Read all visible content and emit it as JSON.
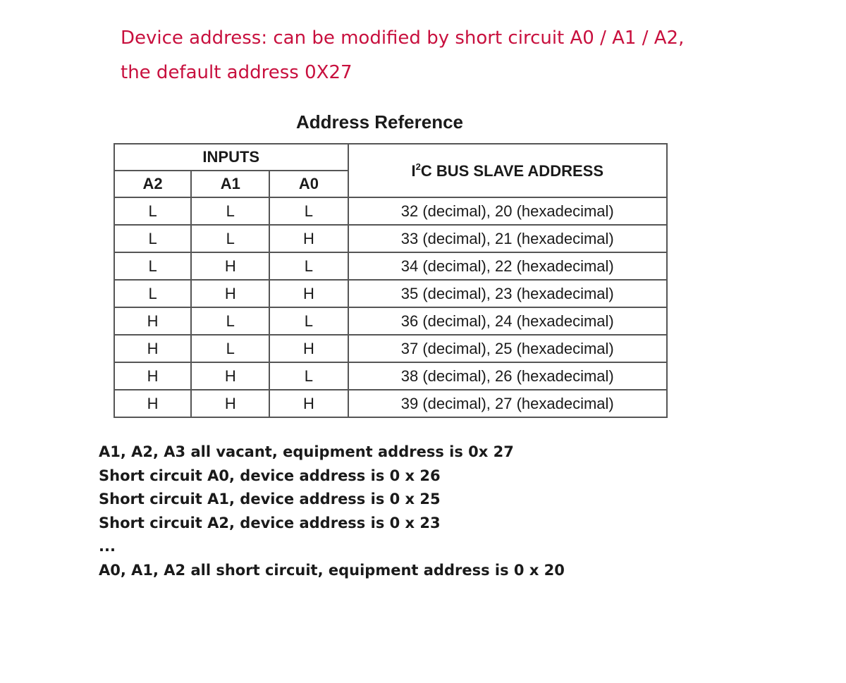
{
  "intro": {
    "line1": "Device address: can be modified by short circuit A0 / A1 / A2,",
    "line2": "the default address 0X27"
  },
  "table": {
    "title": "Address Reference",
    "inputs_header": "INPUTS",
    "address_header_prefix": "I",
    "address_header_sup": "2",
    "address_header_rest": "C BUS SLAVE ADDRESS",
    "columns": [
      "A2",
      "A1",
      "A0"
    ],
    "rows": [
      {
        "a2": "L",
        "a1": "L",
        "a0": "L",
        "address": "32 (decimal), 20 (hexadecimal)"
      },
      {
        "a2": "L",
        "a1": "L",
        "a0": "H",
        "address": "33 (decimal), 21 (hexadecimal)"
      },
      {
        "a2": "L",
        "a1": "H",
        "a0": "L",
        "address": "34 (decimal), 22 (hexadecimal)"
      },
      {
        "a2": "L",
        "a1": "H",
        "a0": "H",
        "address": "35 (decimal), 23 (hexadecimal)"
      },
      {
        "a2": "H",
        "a1": "L",
        "a0": "L",
        "address": "36 (decimal), 24 (hexadecimal)"
      },
      {
        "a2": "H",
        "a1": "L",
        "a0": "H",
        "address": "37 (decimal), 25 (hexadecimal)"
      },
      {
        "a2": "H",
        "a1": "H",
        "a0": "L",
        "address": "38 (decimal), 26 (hexadecimal)"
      },
      {
        "a2": "H",
        "a1": "H",
        "a0": "H",
        "address": "39 (decimal), 27 (hexadecimal)"
      }
    ]
  },
  "notes": [
    "A1, A2, A3 all vacant, equipment address is 0x  27",
    "Short circuit A0, device address is 0 x 26",
    "Short circuit A1, device address is 0 x 25",
    "Short circuit A2, device address is 0 x 23",
    "...",
    "A0, A1, A2 all short circuit, equipment address is 0 x 20"
  ],
  "colors": {
    "intro_text": "#c8103e",
    "body_text": "#1a1a1a",
    "table_border": "#555555"
  }
}
